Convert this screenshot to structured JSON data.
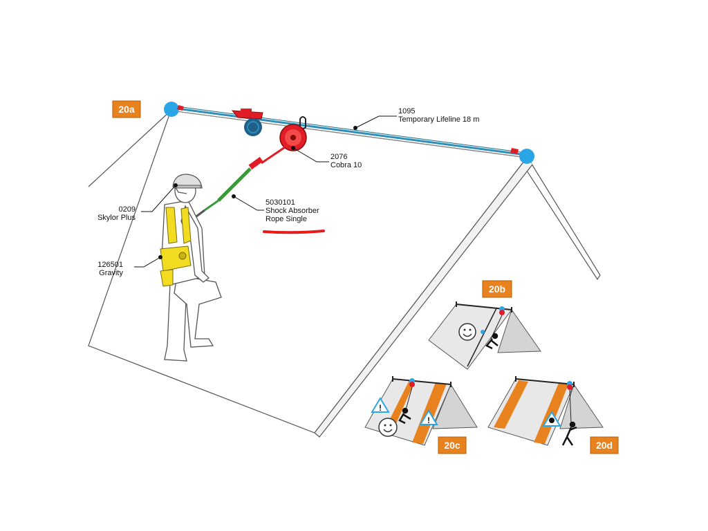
{
  "colors": {
    "tag_orange": "#e8821e",
    "anchor_blue": "#2aa6e6",
    "lifeline_blue": "#2d8fb8",
    "device_red": "#e01c26",
    "absorber_green": "#3a9a3a",
    "harness_yellow": "#f1dc22",
    "highlight_red": "#e81b1b",
    "stripe_orange": "#e8821e"
  },
  "tags": {
    "main": "20a",
    "b": "20b",
    "c": "20c",
    "d": "20d"
  },
  "callouts": {
    "lifeline": {
      "code": "1095",
      "name": "Temporary Lifeline 18 m"
    },
    "cobra": {
      "code": "2076",
      "name": "Cobra 10"
    },
    "absorber": {
      "code": "5030101",
      "name_line1": "Shock Absorber",
      "name_line2": "Rope Single"
    },
    "helmet": {
      "code": "0209",
      "name": "Skylor Plus"
    },
    "harness": {
      "code": "126501",
      "name": "Gravity"
    }
  },
  "icons": {
    "happy_face": "smiley-face-icon",
    "warning": "warning-triangle-icon",
    "skull_warning": "skull-warning-icon",
    "falling_person": "falling-person-icon"
  }
}
